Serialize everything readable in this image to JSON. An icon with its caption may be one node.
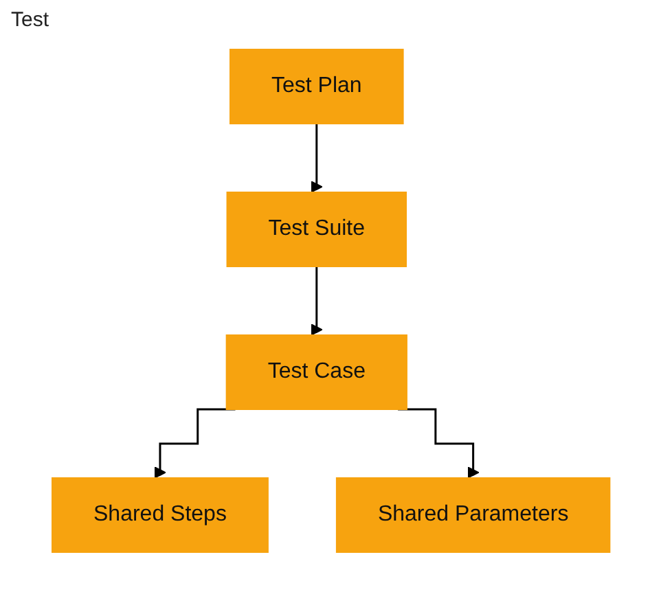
{
  "diagram": {
    "title": "Test",
    "nodes": [
      {
        "text": [
          "Test Plan"
        ]
      },
      {
        "text": [
          "Test Suite"
        ]
      },
      {
        "text": [
          "Test Case"
        ]
      },
      {
        "text": [
          "Shared Steps"
        ]
      },
      {
        "text": [
          "Shared Parameters"
        ]
      }
    ],
    "edges": [
      {
        "from": 0,
        "to": 1,
        "arrow": "to"
      },
      {
        "from": 1,
        "to": 2,
        "arrow": "to"
      },
      {
        "from": 2,
        "to": 3,
        "arrow": "to"
      },
      {
        "from": 2,
        "to": 4,
        "arrow": "to"
      }
    ]
  }
}
